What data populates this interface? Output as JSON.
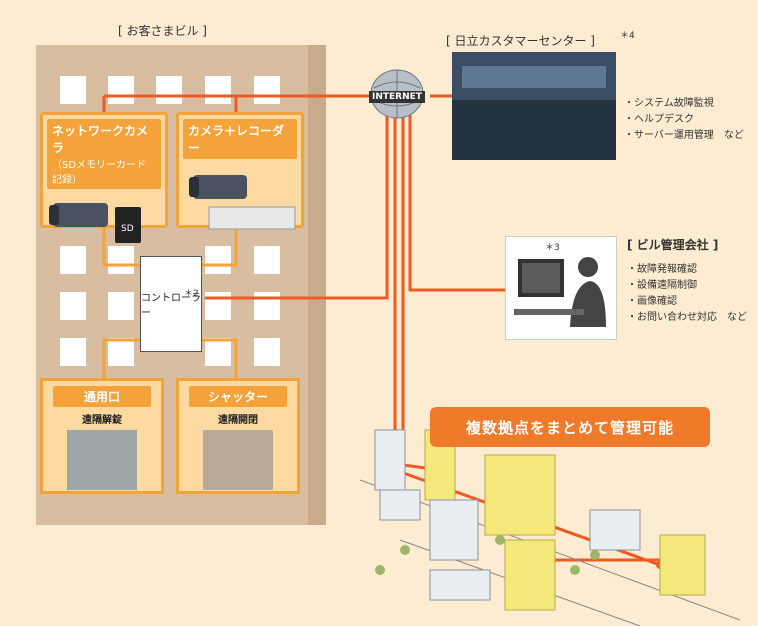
{
  "customer_building": {
    "title": "[ お客さまビル ]",
    "camera1": {
      "title": "ネットワークカメラ",
      "subtitle": "（SDメモリーカード記録）"
    },
    "camera2": {
      "title": "カメラ＋レコーダー"
    },
    "controller": {
      "label": "コントローラー",
      "note": "＊2"
    },
    "entrance": {
      "title": "通用口",
      "label": "遠隔解錠"
    },
    "shutter": {
      "title": "シャッター",
      "label": "遠隔開閉"
    }
  },
  "internet": {
    "label": "INTERNET"
  },
  "hitachi_center": {
    "title": "[ 日立カスタマーセンター ]",
    "note": "＊4",
    "services": [
      "・システム故障監視",
      "・ヘルプデスク",
      "・サーバー運用管理　など"
    ]
  },
  "building_mgmt": {
    "title": "[ ビル管理会社 ]",
    "note": "＊3",
    "services": [
      "・故障発報確認",
      "・設備遠隔制御",
      "・画像確認",
      "・お問い合わせ対応　など"
    ]
  },
  "multi_site": {
    "label": "複数拠点をまとめて管理可能"
  },
  "colors": {
    "orange_line": "#f05a22",
    "accent": "#f4a23a",
    "box_fill": "#fbd9a0"
  }
}
